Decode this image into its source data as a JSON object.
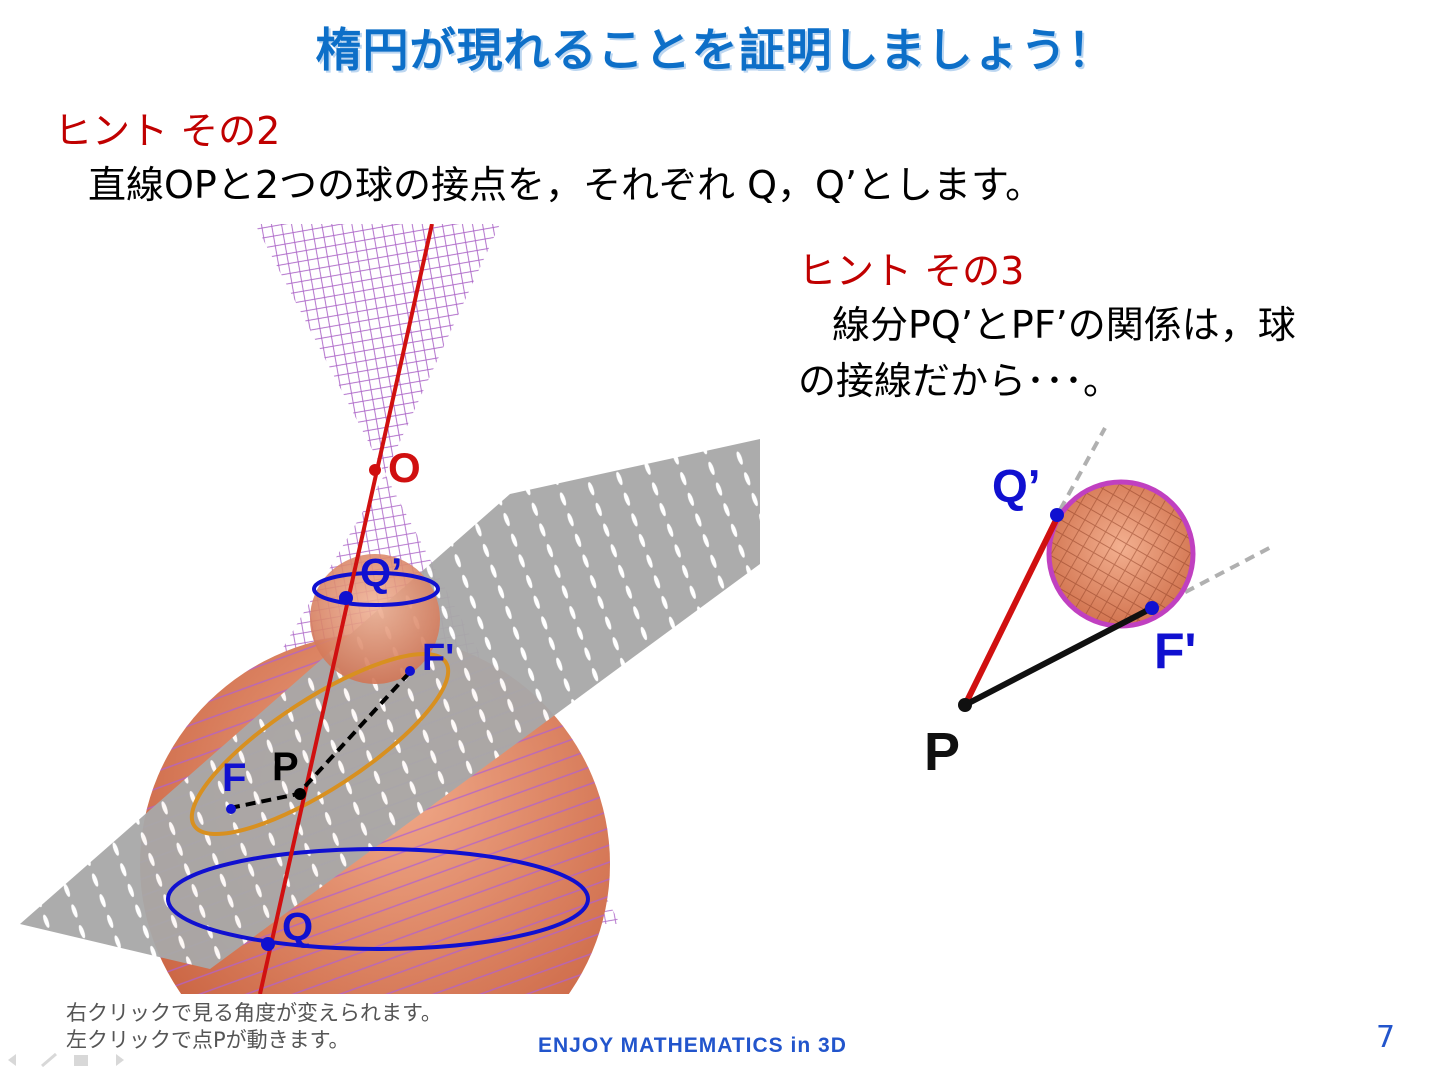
{
  "title": "楕円が現れることを証明しましょう！",
  "hint2": {
    "label": "ヒント その2",
    "text": "直線OPと2つの球の接点を，それぞれ Q，Q’とします。"
  },
  "hint3": {
    "label": "ヒント その3",
    "line1": "線分PQ’とPF’の関係は，球",
    "line2": "の接線だから･･･。"
  },
  "figure3d": {
    "labels": {
      "O": "O",
      "Qp": "Q’",
      "Fp": "F'",
      "F": "F",
      "P": "P",
      "Q": "Q"
    }
  },
  "figure2d": {
    "labels": {
      "Qp": "Q’",
      "Fp": "F'",
      "P": "P"
    }
  },
  "note": {
    "line1": "右クリックで見る角度が変えられます。",
    "line2": "左クリックで点Pが動きます。"
  },
  "footer": "ENJOY  MATHEMATICS  in 3D",
  "page_number": "7",
  "colors": {
    "title": "#0d6fc8",
    "hint": "#c00000",
    "axis_line": "#d01010",
    "label_blue": "#1010d0",
    "sphere": "#d9785a",
    "cone_mesh": "#a050c0",
    "ellipse": "#d89020",
    "sphere_outline": "#c040c0"
  },
  "nav_icons": [
    "arrow-left-icon",
    "pen-icon",
    "menu-icon",
    "arrow-right-icon"
  ]
}
